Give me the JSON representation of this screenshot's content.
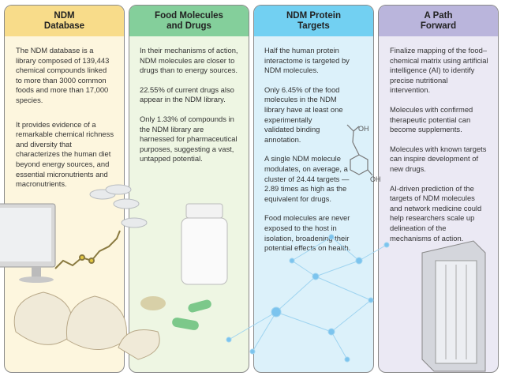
{
  "panels": [
    {
      "title": "NDM\nDatabase",
      "paragraphs": [
        "The NDM database is a library composed of 139,443 chemical compounds linked to more than 3000 common foods and more than 17,000 species.",
        "It provides evidence of a remarkable chemical richness and diversity that characterizes the human diet beyond energy sources, and essential micronutrients and macronutrients."
      ]
    },
    {
      "title": "Food Molecules\nand Drugs",
      "paragraphs": [
        "In their mechanisms of action, NDM molecules are closer to drugs than to energy sources.",
        "22.55% of current drugs also appear in the NDM library.",
        "Only 1.33% of compounds in the NDM library are harnessed for pharmaceutical purposes, suggesting a vast, untapped potential."
      ]
    },
    {
      "title": "NDM Protein\nTargets",
      "paragraphs": [
        "Half the human protein interactome is targeted by NDM molecules.",
        "Only 6.45% of the food molecules in the NDM library have at least one experimentally validated binding annotation.",
        "A single NDM molecule modulates, on average, a cluster of 24.44 targets — 2.89 times as high as the equivalent for drugs.",
        "Food molecules are never exposed to the host in isolation, broadening their potential effects on health."
      ]
    },
    {
      "title": "A Path\nForward",
      "paragraphs": [
        "Finalize mapping of the food–chemical matrix using artificial intelligence (AI) to identify precise nutritional intervention.",
        "Molecules with confirmed therapeutic potential can become supplements.",
        "Molecules with known targets can inspire development of new drugs.",
        "AI-driven prediction of the targets of NDM molecules and network medicine could help researchers scale up delineation of the mechanisms of action."
      ]
    }
  ],
  "molecule_labels": {
    "top": "OH",
    "bottom": "OH"
  }
}
